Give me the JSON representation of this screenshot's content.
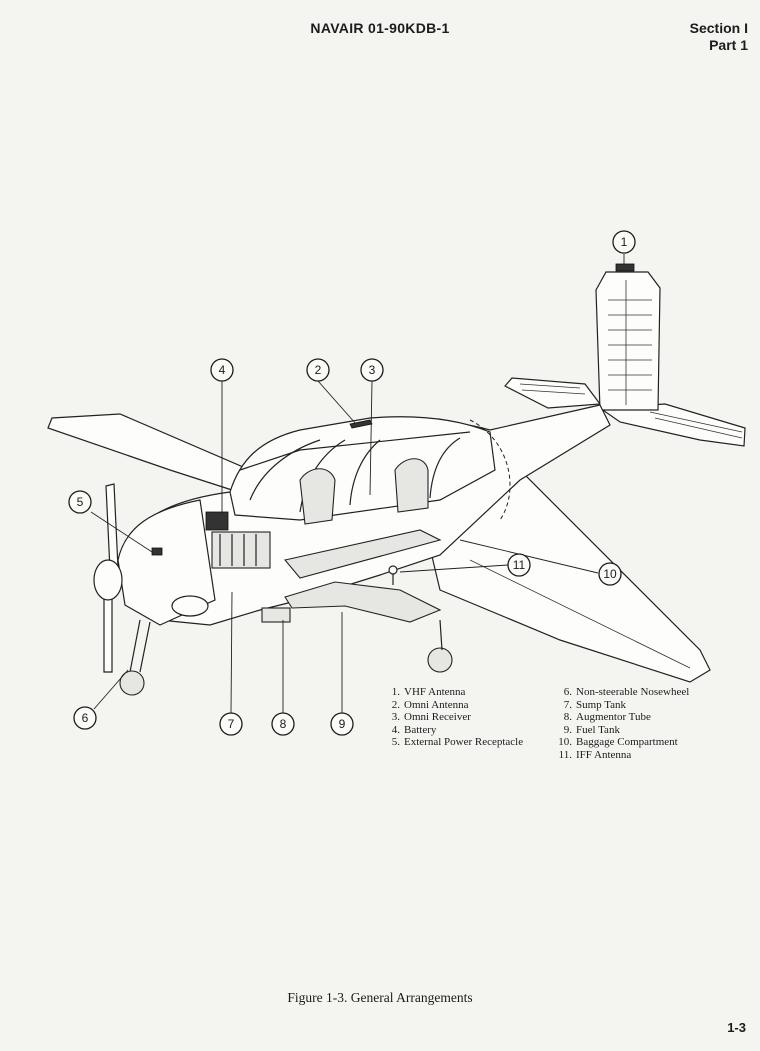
{
  "header": {
    "doc_id": "NAVAIR 01-90KDB-1",
    "section": "Section I",
    "part": "Part 1"
  },
  "callouts": [
    "1",
    "2",
    "3",
    "4",
    "5",
    "6",
    "7",
    "8",
    "9",
    "11",
    "10"
  ],
  "legend_left": [
    {
      "num": "1.",
      "label": "VHF Antenna"
    },
    {
      "num": "2.",
      "label": "Omni Antenna"
    },
    {
      "num": "3.",
      "label": "Omni Receiver"
    },
    {
      "num": "4.",
      "label": "Battery"
    },
    {
      "num": "5.",
      "label": "External Power Receptacle"
    }
  ],
  "legend_right": [
    {
      "num": "6.",
      "label": "Non-steerable Nosewheel"
    },
    {
      "num": "7.",
      "label": "Sump Tank"
    },
    {
      "num": "8.",
      "label": "Augmentor Tube"
    },
    {
      "num": "9.",
      "label": "Fuel Tank"
    },
    {
      "num": "10.",
      "label": "Baggage Compartment"
    },
    {
      "num": "11.",
      "label": "IFF Antenna"
    }
  ],
  "caption": "Figure 1-3.  General Arrangements",
  "page_number": "1-3"
}
